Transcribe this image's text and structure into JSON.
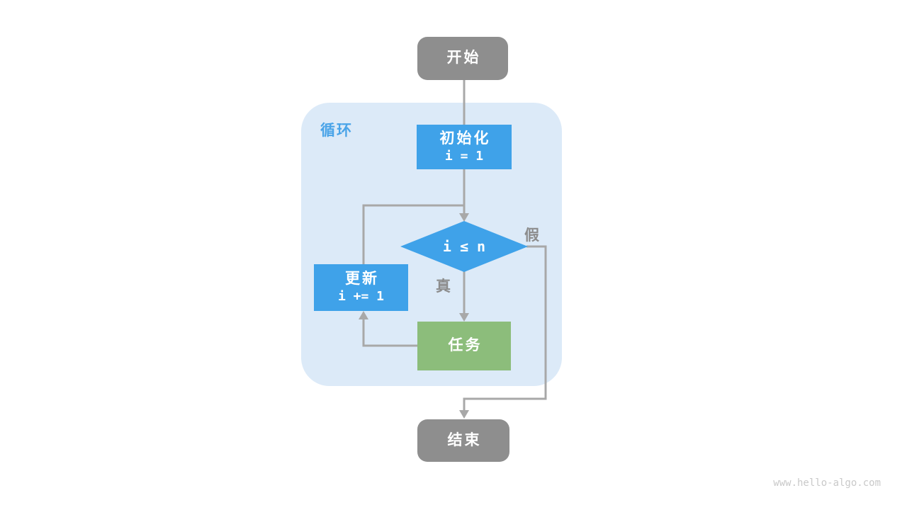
{
  "watermark": "www.hello-algo.com",
  "colors": {
    "node_blue": "#3fa2e9",
    "node_green": "#8cbd7b",
    "node_gray": "#8e8e8e",
    "loop_region_bg": "#dceaf8",
    "connector_gray": "#a8a8a8",
    "branch_label_gray": "#8c8c8c",
    "loop_label_blue": "#4aa4e8",
    "watermark_gray": "#c9c9c9"
  },
  "flowchart": {
    "loop_label": "循环",
    "nodes": {
      "start": {
        "label": "开始"
      },
      "init": {
        "title": "初始化",
        "code": "i = 1"
      },
      "condition": {
        "expression": "i ≤ n"
      },
      "update": {
        "title": "更新",
        "code": "i += 1"
      },
      "task": {
        "label": "任务"
      },
      "end": {
        "label": "结束"
      }
    },
    "branch_labels": {
      "true": "真",
      "false": "假"
    }
  }
}
